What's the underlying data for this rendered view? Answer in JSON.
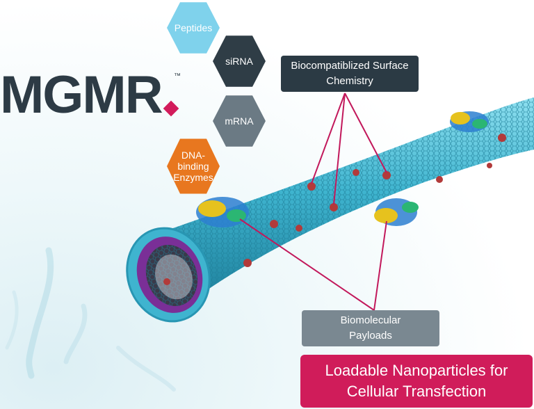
{
  "logo": {
    "text": "MGMR",
    "trademark": "™",
    "brand_color": "#2d3b45",
    "accent_color": "#d21b5b"
  },
  "hexagons": [
    {
      "key": "peptides",
      "label": "Peptides",
      "color": "#7fd2ec"
    },
    {
      "key": "sirna",
      "label": "siRNA",
      "color": "#2f3d46"
    },
    {
      "key": "mrna",
      "label": "mRNA",
      "color": "#6b7a84"
    },
    {
      "key": "dna",
      "label": "DNA-\nbinding\nEnzymes",
      "color": "#e8771f"
    }
  ],
  "callouts": {
    "surface": "Biocompatiblized Surface\nChemistry",
    "payloads": "Biomolecular\nPayloads"
  },
  "banner": "Loadable Nanoparticles for\nCellular Transfection",
  "colors": {
    "nanotube": "#3fb4cf",
    "connector": "#c2185b",
    "surface_box": "#2b3a44",
    "payload_box": "#7a8891"
  }
}
